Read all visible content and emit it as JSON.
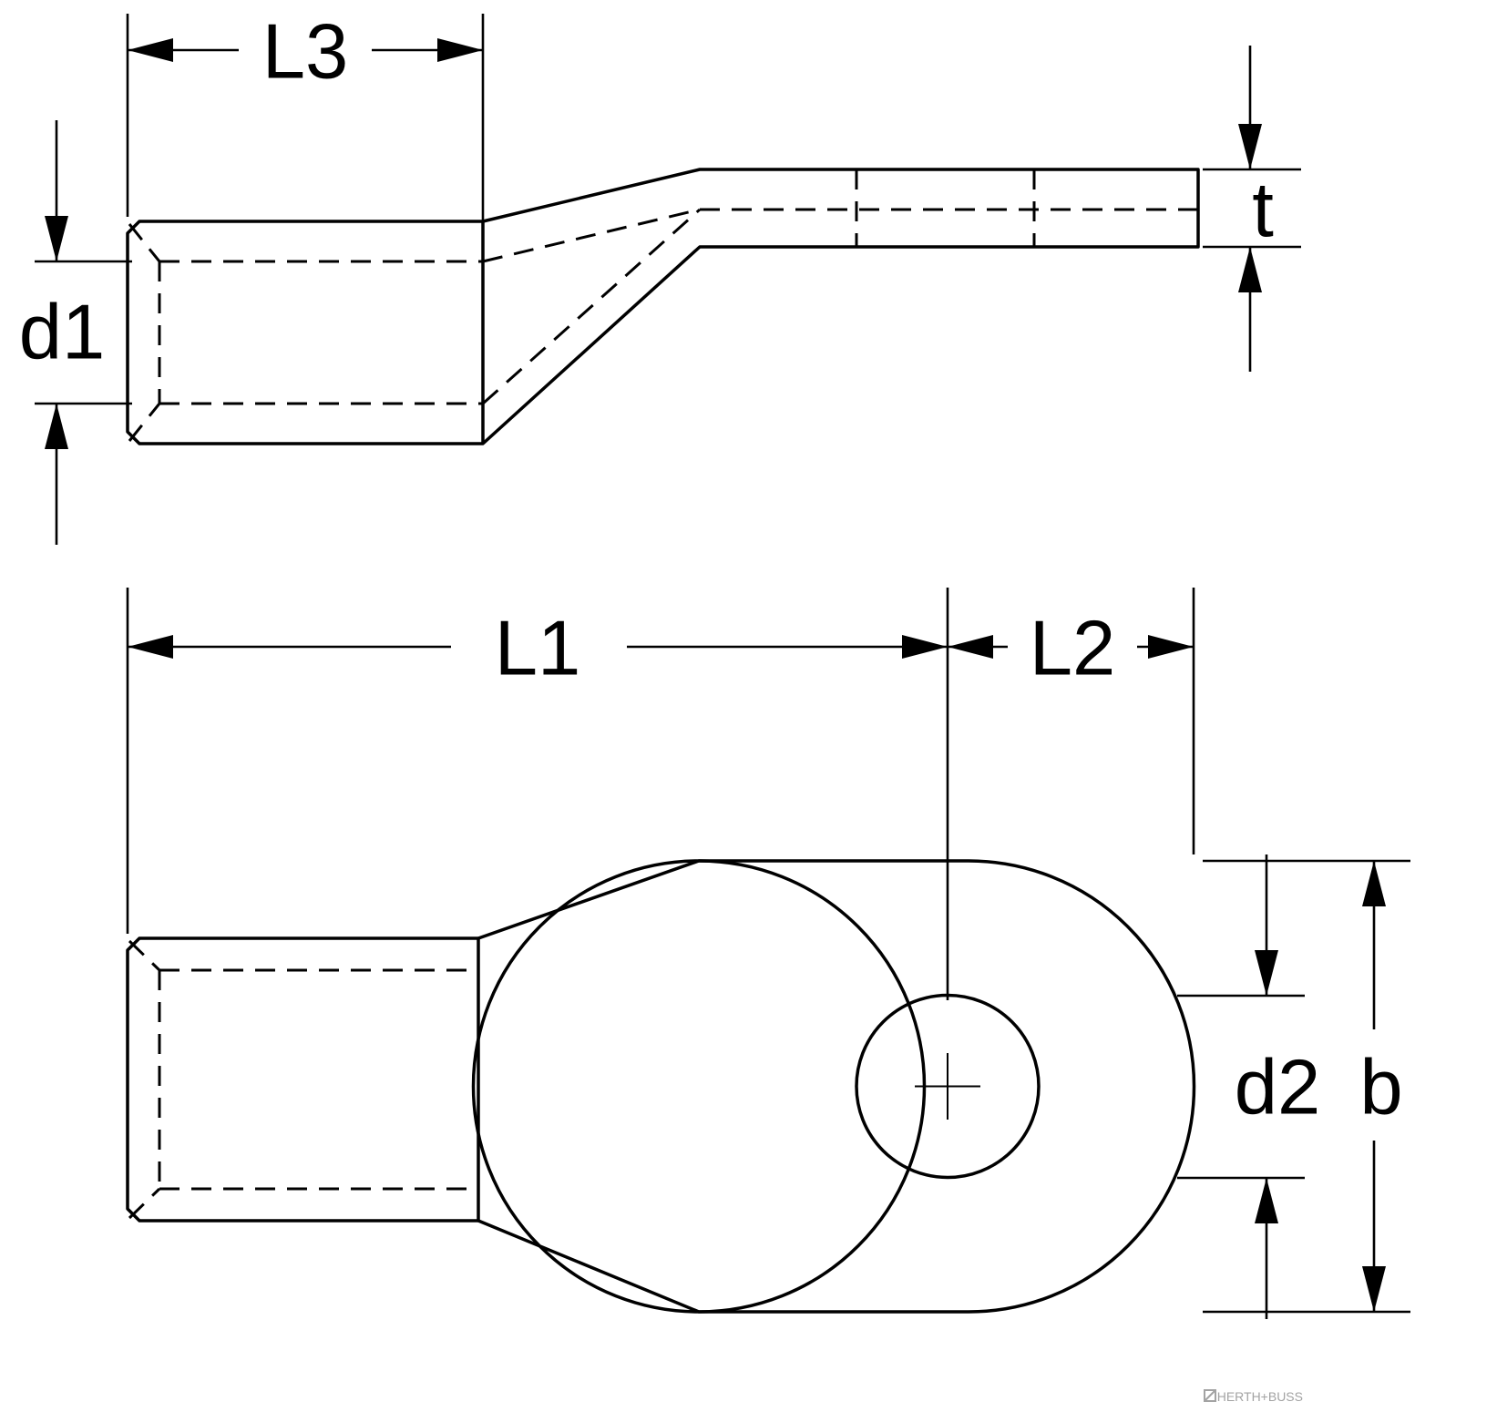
{
  "drawing": {
    "labels": {
      "l3": "L3",
      "d1": "d1",
      "t": "t",
      "l1": "L1",
      "l2": "L2",
      "d2": "d2",
      "b": "b"
    },
    "watermark": "HERTH+BUSS",
    "colors": {
      "line": "#000000",
      "background": "#ffffff",
      "watermark": "#a3a3a3"
    }
  }
}
